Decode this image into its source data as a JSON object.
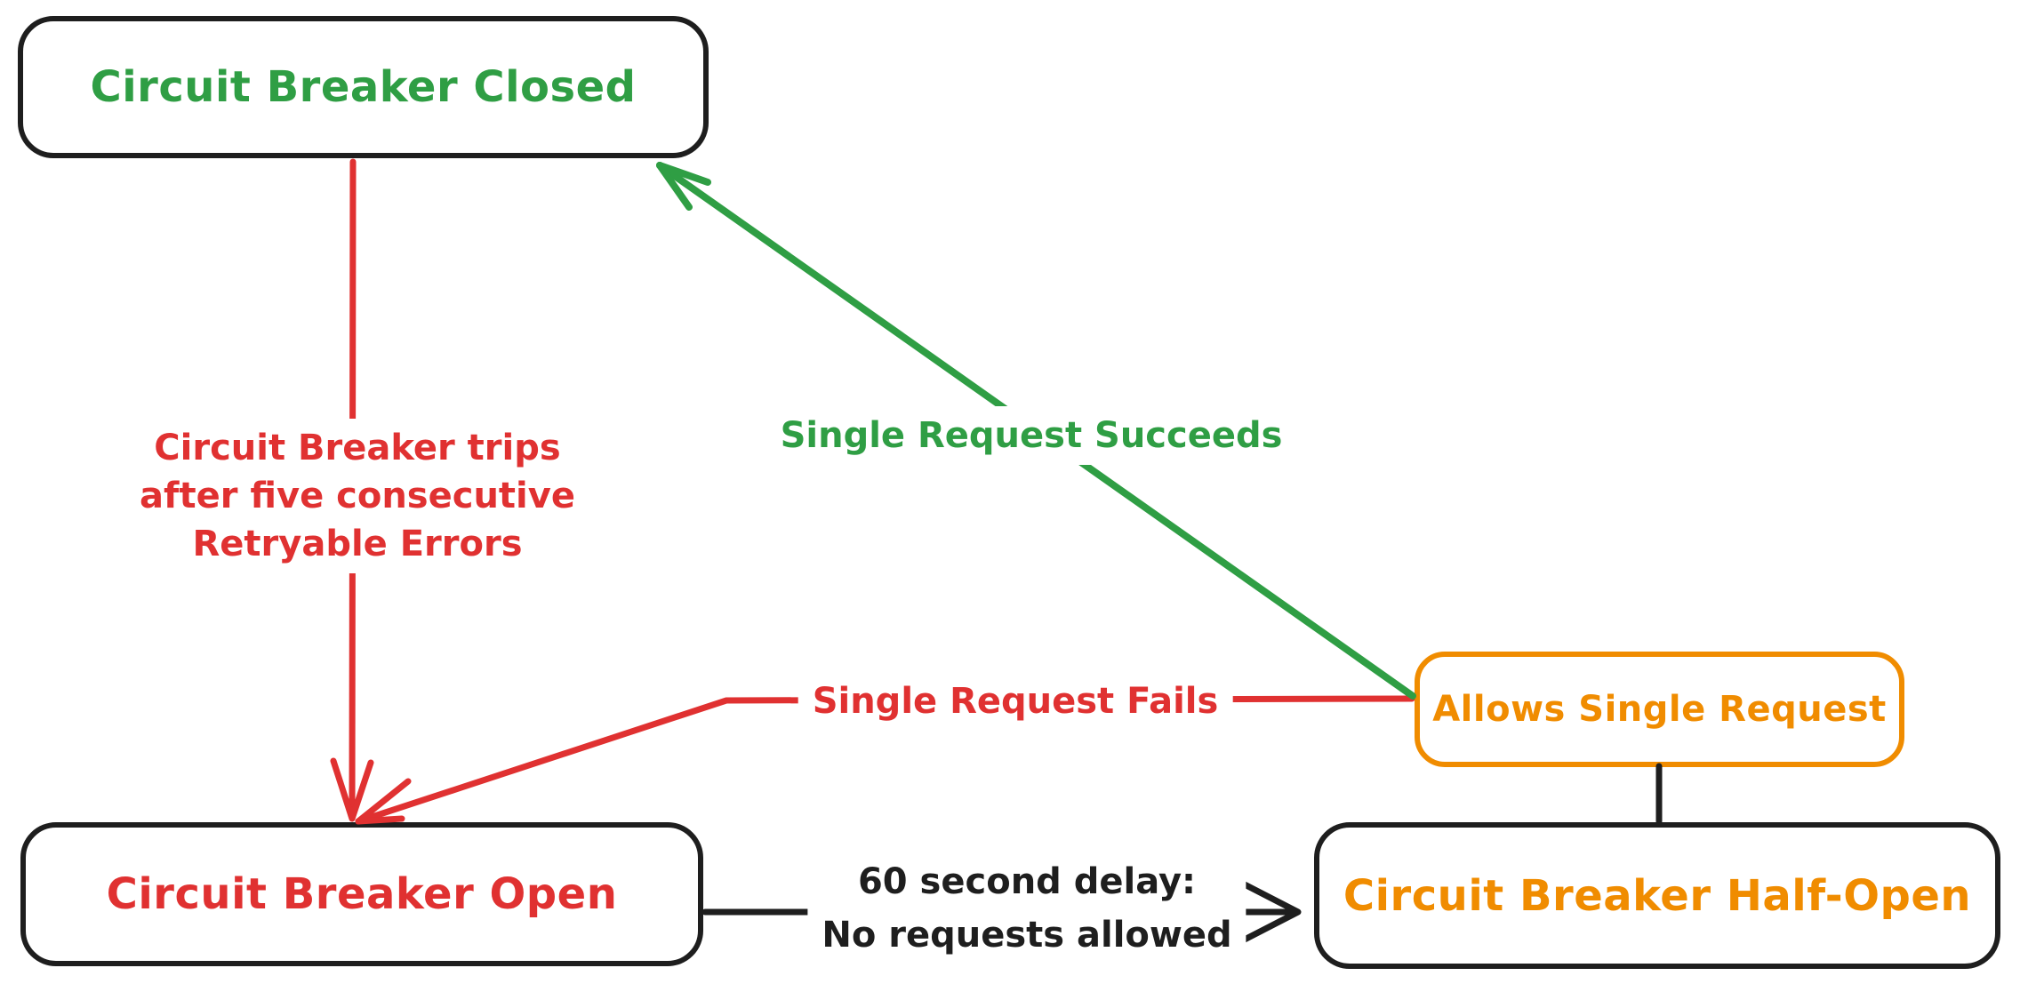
{
  "nodes": {
    "closed": {
      "label": "Circuit Breaker Closed"
    },
    "open": {
      "label": "Circuit Breaker Open"
    },
    "half_open": {
      "label": "Circuit Breaker Half-Open"
    },
    "allows_single_request": {
      "label": "Allows Single Request"
    }
  },
  "edges": {
    "trip": {
      "label": "Circuit Breaker trips\nafter five consecutive\nRetryable Errors",
      "from": "closed",
      "to": "open"
    },
    "succeeds": {
      "label": "Single Request Succeeds",
      "from": "allows_single_request",
      "to": "closed"
    },
    "fails": {
      "label": "Single Request Fails",
      "from": "allows_single_request",
      "to": "open"
    },
    "delay": {
      "label": "60 second delay:\nNo requests allowed",
      "from": "open",
      "to": "half_open"
    }
  },
  "colors": {
    "green": "#2f9e44",
    "red": "#e03131",
    "orange": "#f08c00",
    "ink": "#1e1e1e",
    "background": "#ffffff"
  }
}
